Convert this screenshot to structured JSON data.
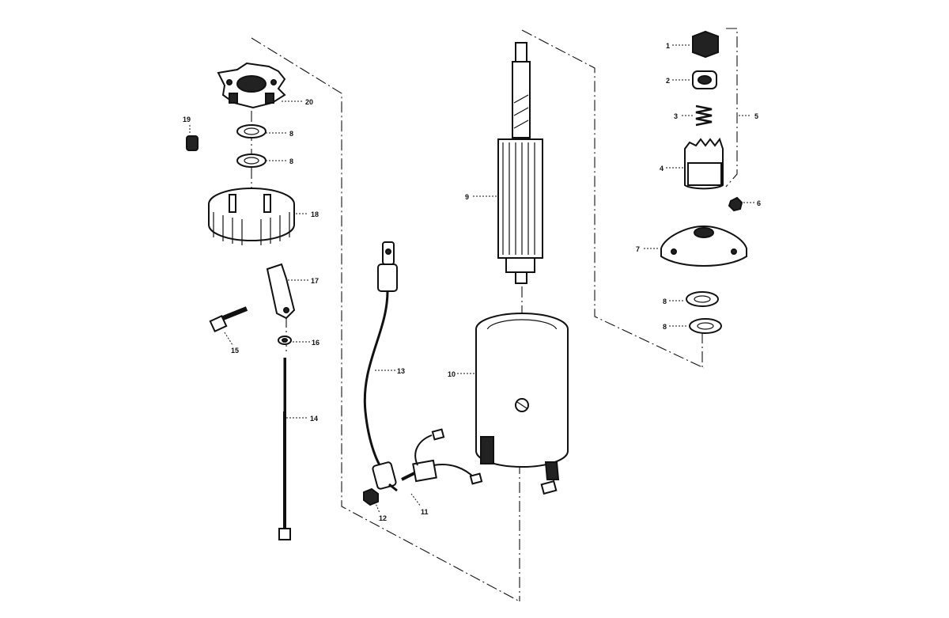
{
  "diagram": {
    "callouts": [
      {
        "id": "1",
        "text": "1"
      },
      {
        "id": "2",
        "text": "2"
      },
      {
        "id": "3",
        "text": "3"
      },
      {
        "id": "4",
        "text": "4"
      },
      {
        "id": "5",
        "text": "5"
      },
      {
        "id": "6",
        "text": "6"
      },
      {
        "id": "7",
        "text": "7"
      },
      {
        "id": "8a",
        "text": "8"
      },
      {
        "id": "8b",
        "text": "8"
      },
      {
        "id": "8c",
        "text": "8"
      },
      {
        "id": "8d",
        "text": "8"
      },
      {
        "id": "9",
        "text": "9"
      },
      {
        "id": "10",
        "text": "10"
      },
      {
        "id": "11",
        "text": "11"
      },
      {
        "id": "12",
        "text": "12"
      },
      {
        "id": "13",
        "text": "13"
      },
      {
        "id": "14",
        "text": "14"
      },
      {
        "id": "15",
        "text": "15"
      },
      {
        "id": "16",
        "text": "16"
      },
      {
        "id": "17",
        "text": "17"
      },
      {
        "id": "18",
        "text": "18"
      },
      {
        "id": "19",
        "text": "19"
      },
      {
        "id": "20",
        "text": "20"
      }
    ]
  }
}
